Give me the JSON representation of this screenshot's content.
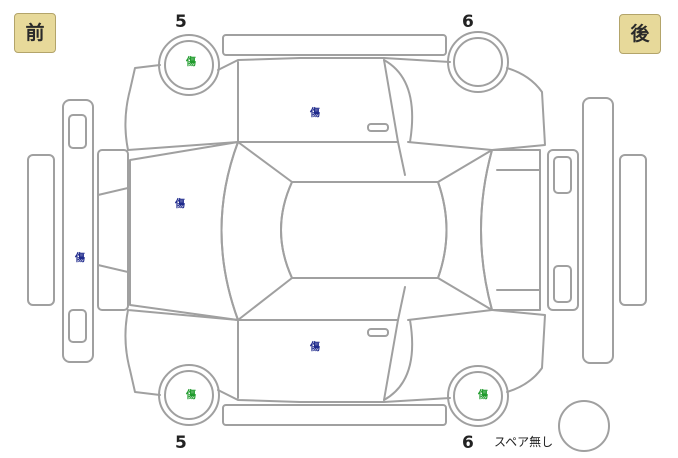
{
  "badges": {
    "front": "前",
    "rear": "後"
  },
  "wheel_numbers": {
    "front_left": "5",
    "rear_left": "6",
    "front_right": "5",
    "rear_right": "6"
  },
  "damage_marks": {
    "front_left_tire": "傷",
    "left_doors": "傷",
    "hood": "傷",
    "front_bumper": "傷",
    "right_doors": "傷",
    "front_right_tire": "傷",
    "rear_right_tire": "傷"
  },
  "spare_tire_label": "スペア無し",
  "colors": {
    "outline": "#9a9a9a",
    "badge_bg": "#e7d99a",
    "mark_blue": "#1f2a8c",
    "mark_green": "#1f9b2c"
  }
}
